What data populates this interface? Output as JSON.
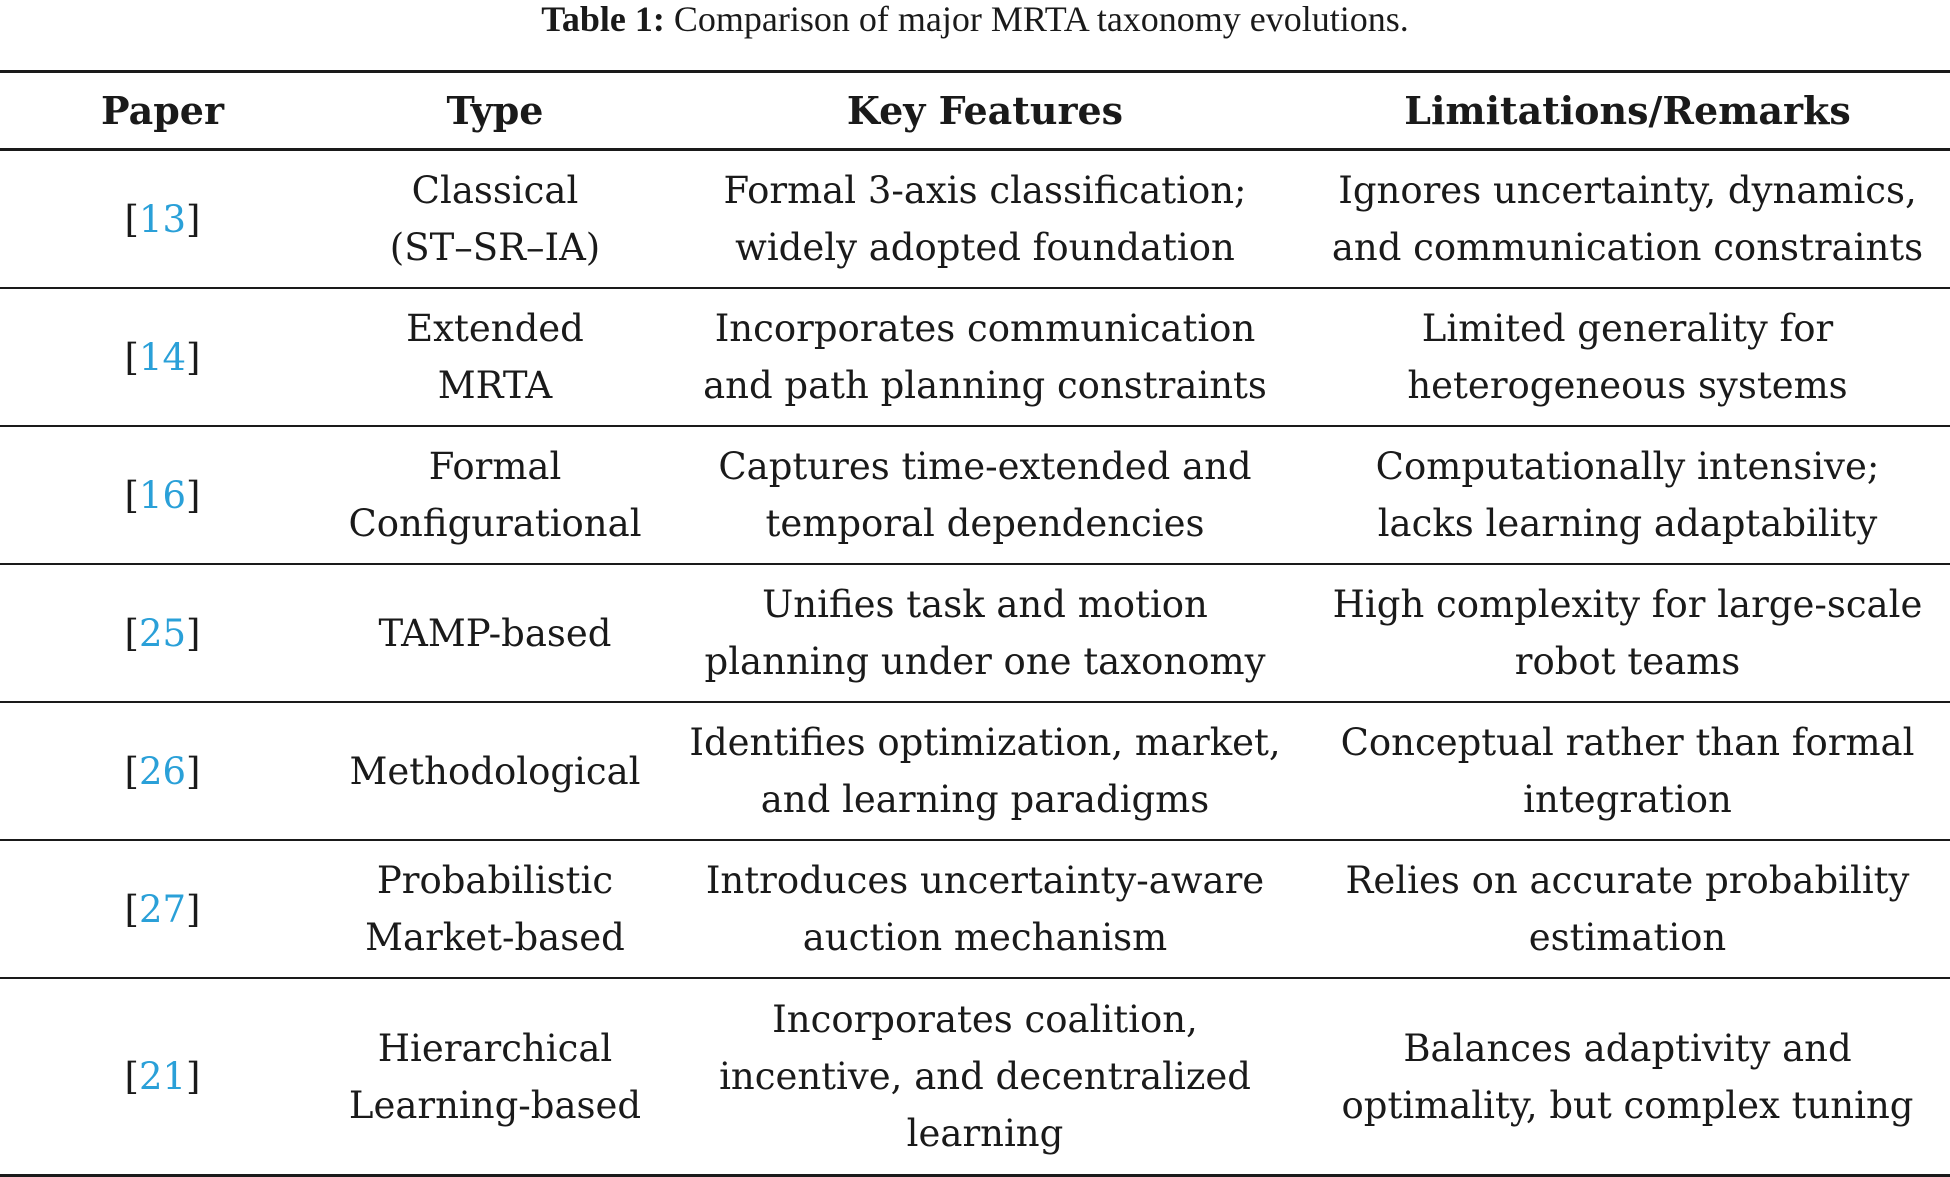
{
  "caption": {
    "label": "Table 1:",
    "text": " Comparison of major MRTA taxonomy evolutions."
  },
  "table": {
    "headers": [
      "Paper",
      "Type",
      "Key Features",
      "Limitations/Remarks"
    ],
    "rows": [
      {
        "ref": "13",
        "type": "Classical\n(ST–SR–IA)",
        "features": "Formal 3-axis classification;\nwidely adopted foundation",
        "remarks": "Ignores uncertainty, dynamics,\nand communication constraints"
      },
      {
        "ref": "14",
        "type": "Extended\nMRTA",
        "features": "Incorporates communication\nand path planning constraints",
        "remarks": "Limited generality for\nheterogeneous systems"
      },
      {
        "ref": "16",
        "type": "Formal\nConfigurational",
        "features": "Captures time-extended and\ntemporal dependencies",
        "remarks": "Computationally intensive;\nlacks learning adaptability"
      },
      {
        "ref": "25",
        "type": "TAMP-based",
        "features": "Unifies task and motion\nplanning under one taxonomy",
        "remarks": "High complexity for large-scale\nrobot teams"
      },
      {
        "ref": "26",
        "type": "Methodological",
        "features": "Identifies optimization, market,\nand learning paradigms",
        "remarks": "Conceptual rather than formal\nintegration"
      },
      {
        "ref": "27",
        "type": "Probabilistic\nMarket-based",
        "features": "Introduces uncertainty-aware\nauction mechanism",
        "remarks": "Relies on accurate probability\nestimation"
      },
      {
        "ref": "21",
        "type": "Hierarchical\nLearning-based",
        "features": "Incorporates coalition,\nincentive, and decentralized\nlearning",
        "remarks": "Balances adaptivity and\noptimality, but complex tuning"
      }
    ]
  },
  "colors": {
    "text": "#1a1a1a",
    "citation_link": "#2aa0d8"
  }
}
